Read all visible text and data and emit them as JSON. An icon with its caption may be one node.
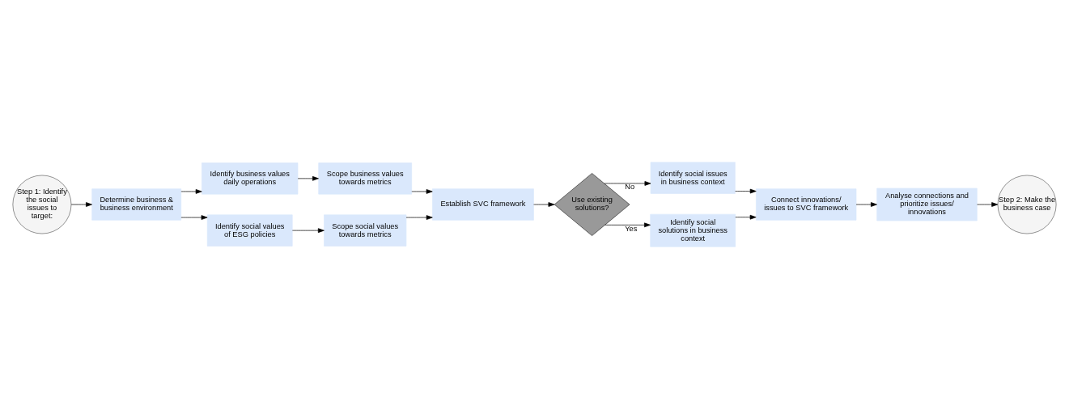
{
  "diagram": {
    "nodes": [
      {
        "text": [
          "Step 1: Identify the social issues to target:"
        ]
      },
      {
        "text": [
          "Determine business & business environment"
        ]
      },
      {
        "text": [
          "Identify business values daily operations"
        ]
      },
      {
        "text": [
          "Identify social values of ESG policies"
        ]
      },
      {
        "text": [
          "Scope business values towards metrics"
        ]
      },
      {
        "text": [
          "Scope social values towards metrics"
        ]
      },
      {
        "text": [
          "Establish SVC framework"
        ]
      },
      {
        "text": [
          "Use existing solutions?"
        ]
      },
      {
        "text": [
          "Identify social issues in business context"
        ]
      },
      {
        "text": [
          "Identify social solutions in business context"
        ]
      },
      {
        "text": [
          "Connect innovations/ issues to SVC framework"
        ]
      },
      {
        "text": [
          "Analyse connections and prioritize issues/ innovations"
        ]
      },
      {
        "text": [
          "Step 2: Make the business case"
        ]
      }
    ],
    "edges": [
      {
        "from": 0,
        "to": 1,
        "arrow": "to"
      },
      {
        "from": 1,
        "to": 2,
        "arrow": "to"
      },
      {
        "from": 1,
        "to": 3,
        "arrow": "to"
      },
      {
        "from": 2,
        "to": 4,
        "arrow": "to"
      },
      {
        "from": 3,
        "to": 5,
        "arrow": "to"
      },
      {
        "from": 4,
        "to": 6,
        "arrow": "to"
      },
      {
        "from": 5,
        "to": 6,
        "arrow": "to"
      },
      {
        "from": 6,
        "to": 7,
        "arrow": "to"
      },
      {
        "from": 7,
        "to": 8,
        "arrow": "to",
        "label": "No"
      },
      {
        "from": 7,
        "to": 9,
        "arrow": "to",
        "label": "Yes"
      },
      {
        "from": 8,
        "to": 10,
        "arrow": "to"
      },
      {
        "from": 9,
        "to": 10,
        "arrow": "to"
      },
      {
        "from": 10,
        "to": 11,
        "arrow": "to"
      },
      {
        "from": 11,
        "to": 12,
        "arrow": "to"
      }
    ]
  }
}
